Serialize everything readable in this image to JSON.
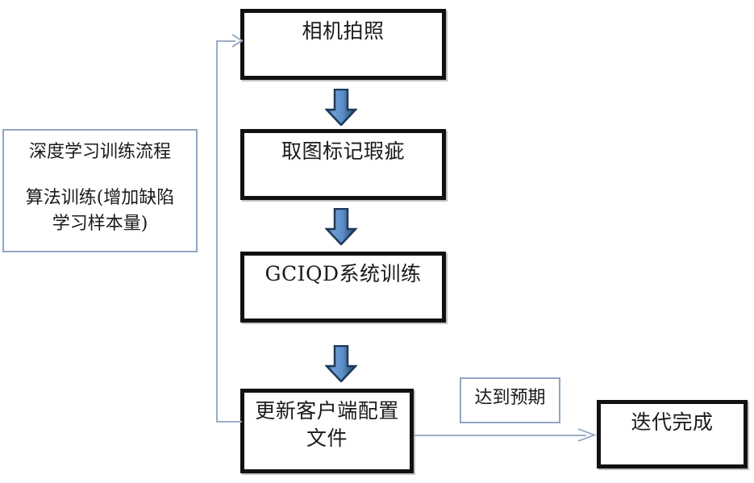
{
  "diagram": {
    "title_text": "深度学习训练流程",
    "nodes": {
      "capture": {
        "label": "相机拍照"
      },
      "annotate": {
        "label": "取图标记瑕疵"
      },
      "train": {
        "label": "GCIQD系统训练"
      },
      "update_config": {
        "label": "更新客户端配置\n文件"
      },
      "iteration_done": {
        "label": "迭代完成"
      }
    },
    "notes": {
      "left_panel_line1": "深度学习训练流程",
      "left_panel_line2": "算法训练(增加缺陷\n学习样本量)",
      "expected_label": "达到预期"
    },
    "arrows": {
      "down_arrow_icon": "down-block-arrow",
      "feedback_arrow_icon": "arrow-right-thin",
      "result_arrow_icon": "arrow-right-thin"
    },
    "colors": {
      "box_border": "#111111",
      "note_border": "#8fa7c4",
      "connector": "#9aadc6",
      "arrow_fill_light": "#7aa6d6",
      "arrow_fill_dark": "#2e5border",
      "arrow_outline": "#1f3b5c",
      "text": "#1a1a1a",
      "background": "#ffffff"
    }
  }
}
